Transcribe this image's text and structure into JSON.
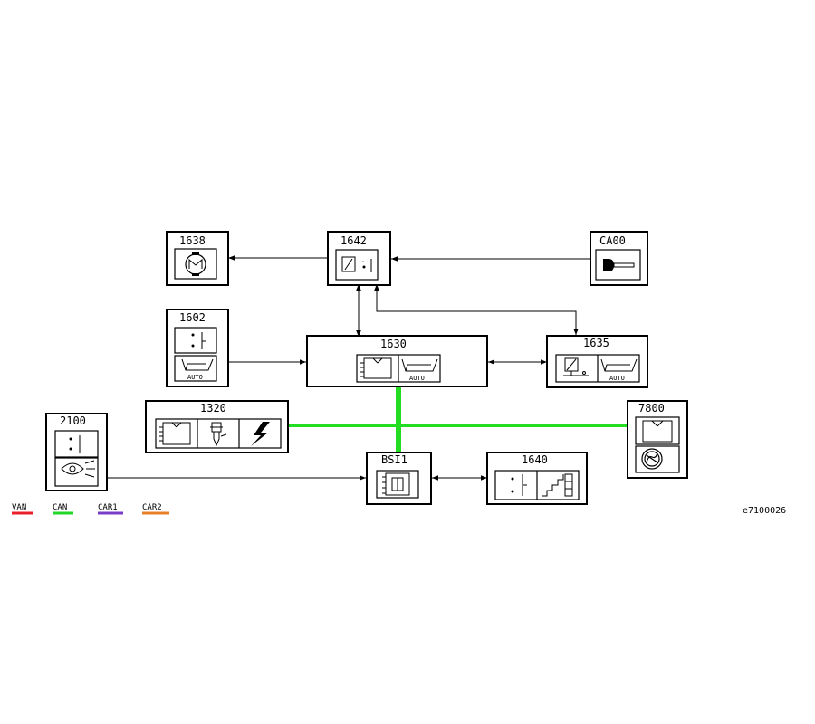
{
  "modules": {
    "m1638": "1638",
    "m1642": "1642",
    "mCA00": "CA00",
    "m1602": "1602",
    "m1630": "1630",
    "m1635": "1635",
    "m1320": "1320",
    "m7800": "7800",
    "m2100": "2100",
    "mBSI1": "BSI1",
    "m1640": "1640"
  },
  "auto_label": "AUTO",
  "legend": [
    {
      "label": "VAN",
      "color": "#e8202a"
    },
    {
      "label": "CAN",
      "color": "#22d62a"
    },
    {
      "label": "CAR1",
      "color": "#7a3cc8"
    },
    {
      "label": "CAR2",
      "color": "#e8802a"
    }
  ],
  "reference": "e7100026",
  "bus_color": "#22dd22"
}
